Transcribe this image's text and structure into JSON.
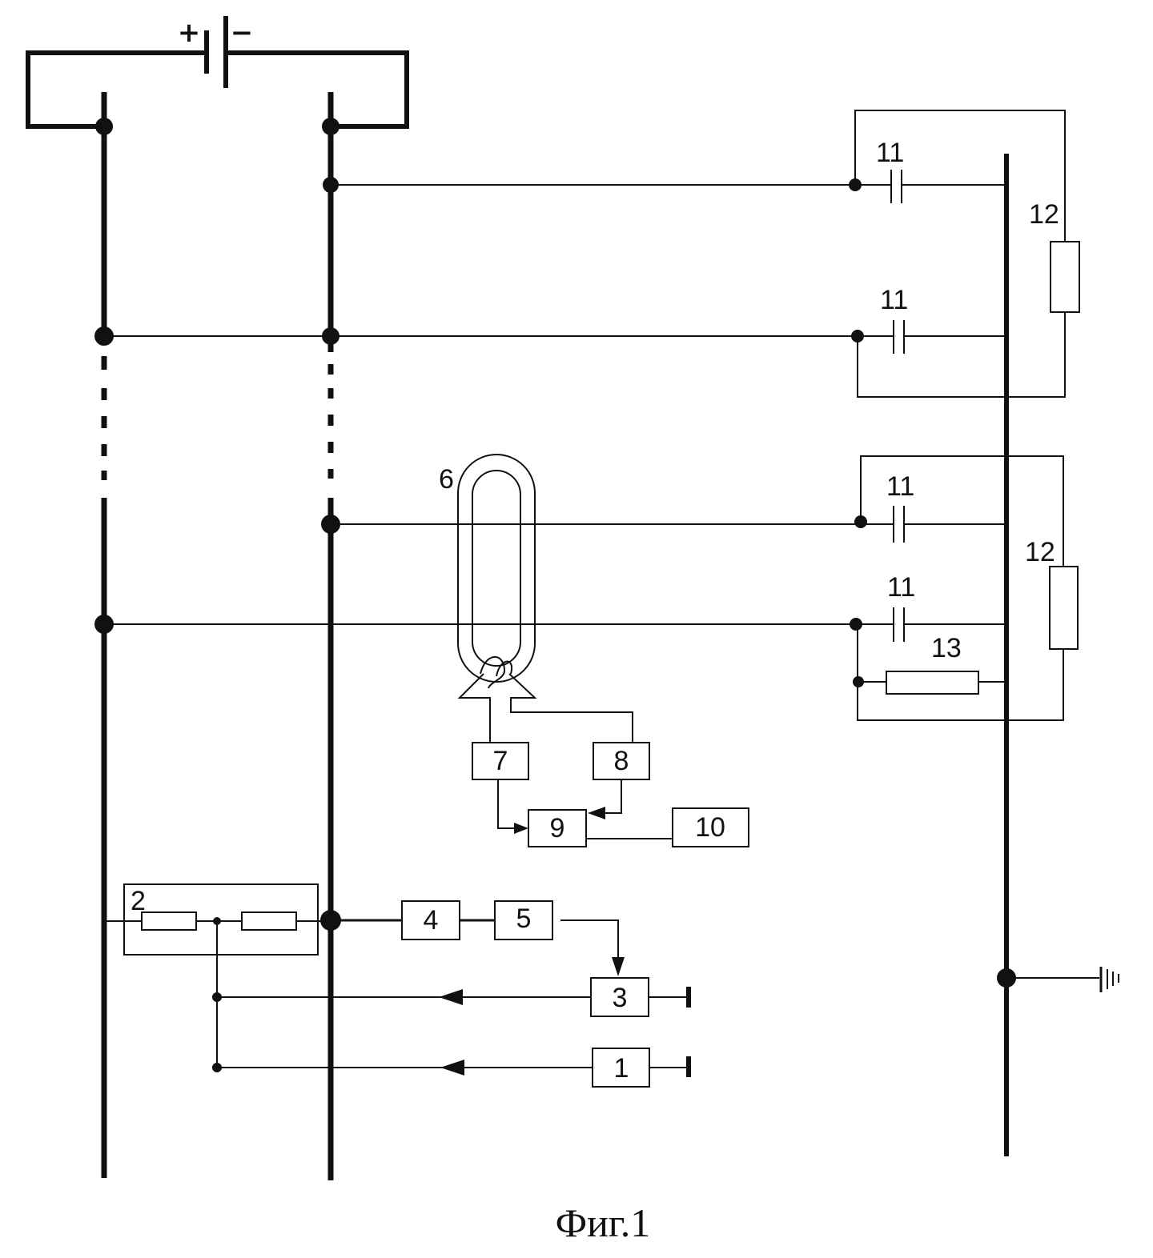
{
  "caption": "Фиг.1",
  "battery": {
    "plus": "+",
    "minus": "−"
  },
  "blocks": {
    "b1": "1",
    "b3": "3",
    "b4": "4",
    "b5": "5",
    "b7": "7",
    "b8": "8",
    "b9": "9",
    "b10": "10"
  },
  "labels": {
    "label_2": "2",
    "label_6": "6",
    "cap_11_a": "11",
    "cap_11_b": "11",
    "cap_11_c": "11",
    "cap_11_d": "11",
    "res_12_a": "12",
    "res_12_b": "12",
    "res_13": "13"
  }
}
